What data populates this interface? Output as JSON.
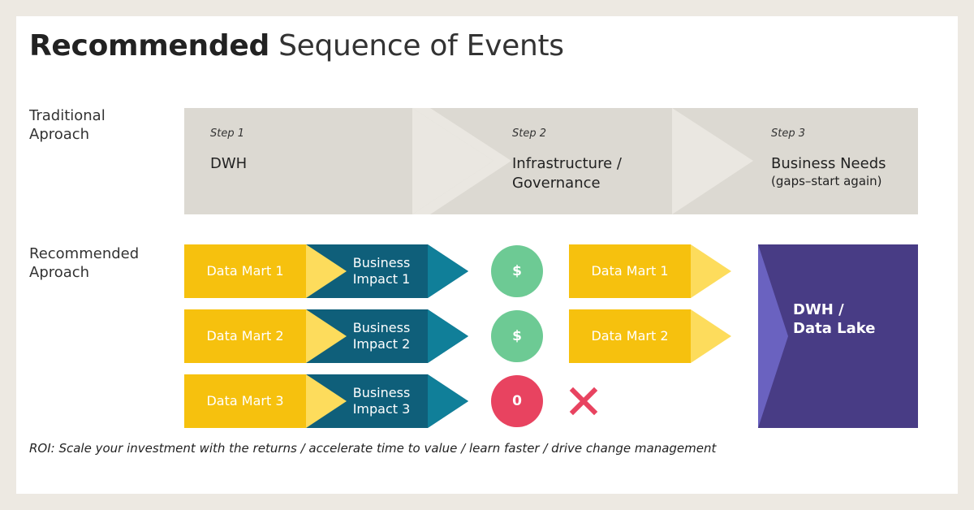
{
  "title": {
    "bold": "Recommended",
    "light": "Sequence of Events"
  },
  "traditional": {
    "label_line1": "Traditional",
    "label_line2": "Aproach",
    "steps": [
      {
        "step": "Step 1",
        "text1": "DWH",
        "text2": "",
        "sub": ""
      },
      {
        "step": "Step 2",
        "text1": "Infrastructure /",
        "text2": "Governance",
        "sub": ""
      },
      {
        "step": "Step 3",
        "text1": "Business Needs",
        "text2": "",
        "sub": "(gaps–start again)"
      }
    ]
  },
  "recommended": {
    "label_line1": "Recommended",
    "label_line2": "Aproach",
    "rows": [
      {
        "mart": "Data Mart 1",
        "impact1": "Business",
        "impact2": "Impact 1",
        "result": "$",
        "result_type": "positive",
        "next": "Data Mart 1"
      },
      {
        "mart": "Data Mart 2",
        "impact1": "Business",
        "impact2": "Impact 2",
        "result": "$",
        "result_type": "positive",
        "next": "Data Mart 2"
      },
      {
        "mart": "Data Mart 3",
        "impact1": "Business",
        "impact2": "Impact 3",
        "result": "0",
        "result_type": "negative",
        "next_icon": "close-x-icon"
      }
    ],
    "destination_line1": "DWH /",
    "destination_line2": "Data Lake"
  },
  "footer": "ROI: Scale your investment with the returns / accelerate time to value / learn faster / drive change management",
  "colors": {
    "background": "#ede9e2",
    "traditional_bar": "#dcd9d2",
    "chevron": "#eae7e1",
    "data_mart": "#f6c10e",
    "data_mart_arrow": "#fddc5c",
    "impact_dark": "#0f5f7a",
    "impact_light": "#107f99",
    "positive": "#6dca94",
    "negative": "#e84360",
    "destination": "#483c85",
    "destination_accent": "#6a62c0"
  }
}
